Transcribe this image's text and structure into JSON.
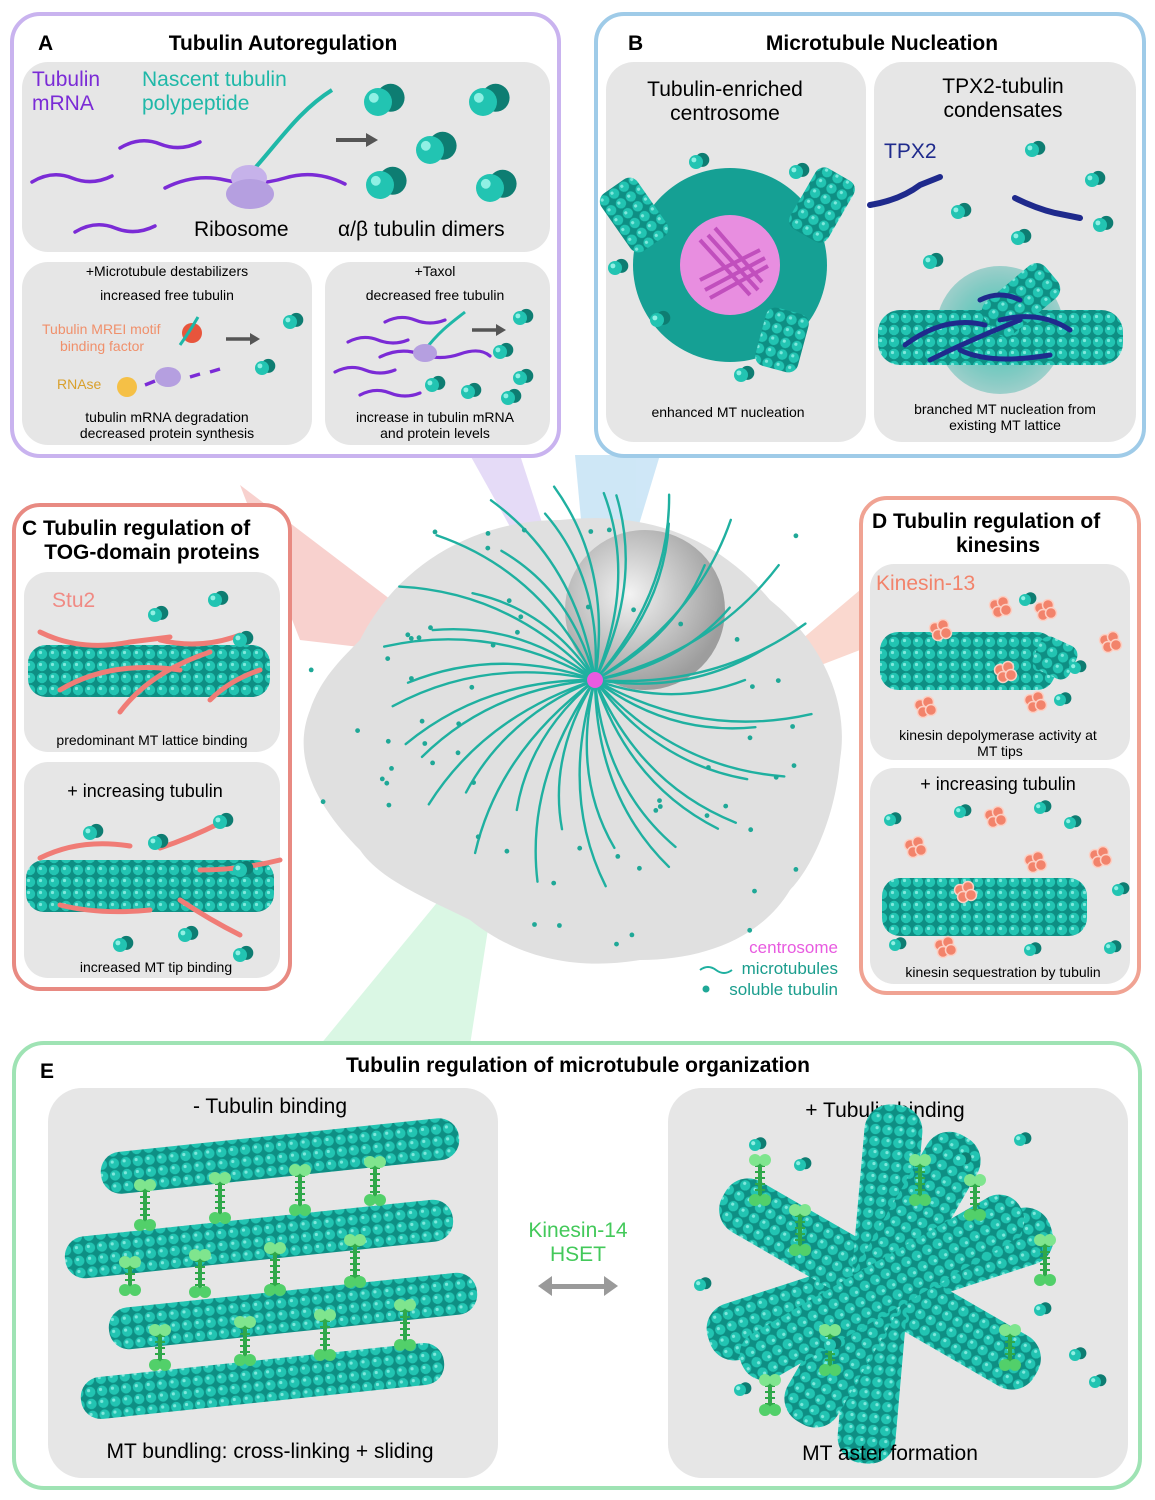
{
  "colors": {
    "panelA_border": "#c9b3ef",
    "panelB_border": "#9fcbe8",
    "panelC_border": "#e88a82",
    "panelD_border": "#f0a393",
    "panelE_border": "#9fe3b4",
    "tubulin": "#1fb8a8",
    "tubulin_dark": "#0e7d72",
    "mrna": "#7b2bd6",
    "tpx2": "#1f2a8c",
    "stu2": "#f08a84",
    "kinesin13": "#f2836b",
    "kinesin14": "#43c95a",
    "centrosome": "#e85be0",
    "sub_bg": "#e6e6e6"
  },
  "panelA": {
    "letter": "A",
    "title": "Tubulin Autoregulation",
    "mrna_label_1": "Tubulin",
    "mrna_label_2": "mRNA",
    "nascent_1": "Nascent tubulin",
    "nascent_2": "polypeptide",
    "ribosome": "Ribosome",
    "dimers": "α/β tubulin dimers",
    "sub1_title_1": "+Microtubule destabilizers",
    "sub1_title_2": "increased free tubulin",
    "mrei_1": "Tubulin MREI motif",
    "mrei_2": "binding factor",
    "rnase": "RNAse",
    "sub1_caption_1": "tubulin mRNA degradation",
    "sub1_caption_2": "decreased protein synthesis",
    "sub2_title_1": "+Taxol",
    "sub2_title_2": "decreased free tubulin",
    "sub2_caption_1": "increase in tubulin mRNA",
    "sub2_caption_2": "and protein levels"
  },
  "panelB": {
    "letter": "B",
    "title": "Microtubule Nucleation",
    "left_title_1": "Tubulin-enriched",
    "left_title_2": "centrosome",
    "left_caption": "enhanced MT nucleation",
    "right_title_1": "TPX2-tubulin",
    "right_title_2": "condensates",
    "tpx2": "TPX2",
    "right_caption_1": "branched MT nucleation from",
    "right_caption_2": "existing MT lattice"
  },
  "panelC": {
    "title_1": "C Tubulin regulation of",
    "title_2": "TOG-domain proteins",
    "stu2": "Stu2",
    "caption_top": "predominant MT lattice binding",
    "increasing": "+ increasing tubulin",
    "caption_bottom": "increased MT tip binding"
  },
  "panelD": {
    "title_1": "D Tubulin regulation of",
    "title_2": "kinesins",
    "kinesin13": "Kinesin-13",
    "caption_top_1": "kinesin depolymerase activity at",
    "caption_top_2": "MT tips",
    "increasing": "+ increasing tubulin",
    "caption_bottom": "kinesin sequestration by tubulin"
  },
  "legend": {
    "centrosome": "centrosome",
    "microtubules": "microtubules",
    "soluble": "soluble tubulin"
  },
  "panelE": {
    "letter": "E",
    "title": "Tubulin regulation of microtubule organization",
    "left_title": "- Tubulin binding",
    "right_title": "+ Tubulin binding",
    "kinesin_1": "Kinesin-14",
    "kinesin_2": "HSET",
    "left_caption": "MT bundling: cross-linking + sliding",
    "right_caption": "MT aster formation"
  }
}
